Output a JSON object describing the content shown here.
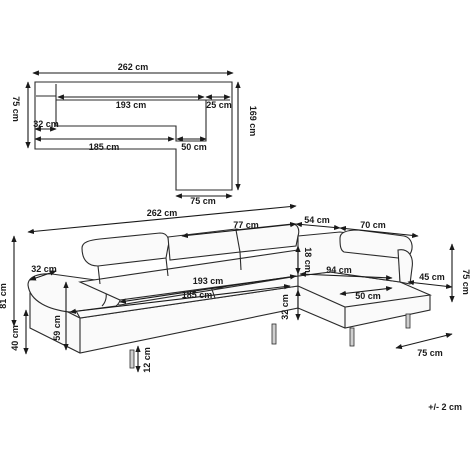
{
  "tolerance_note": "+/- 2 cm",
  "plan_view": {
    "total_width": "262 cm",
    "depth_left": "75 cm",
    "seat_width": "193 cm",
    "seat_depth_right": "25 cm",
    "armrest_width": "32 cm",
    "seat_length": "185 cm",
    "chaise_seat_width": "50 cm",
    "total_depth": "169 cm",
    "chaise_width": "75 cm"
  },
  "perspective_view": {
    "total_width": "262 cm",
    "headrest_section": "77 cm",
    "corner_width": "54 cm",
    "chaise_back_width": "70 cm",
    "armrest_length": "32 cm",
    "backrest_height": "18 cm",
    "seat_width": "193 cm",
    "chaise_length": "94 cm",
    "chaise_arm_width": "45 cm",
    "seat_length": "185 cm",
    "chaise_seat_width": "50 cm",
    "seat_height": "32 cm",
    "total_height_left": "81 cm",
    "total_height_right": "75 cm",
    "seat_floor_height": "40 cm",
    "seat_height_back": "59 cm",
    "leg_height": "12 cm",
    "chaise_depth": "75 cm"
  }
}
